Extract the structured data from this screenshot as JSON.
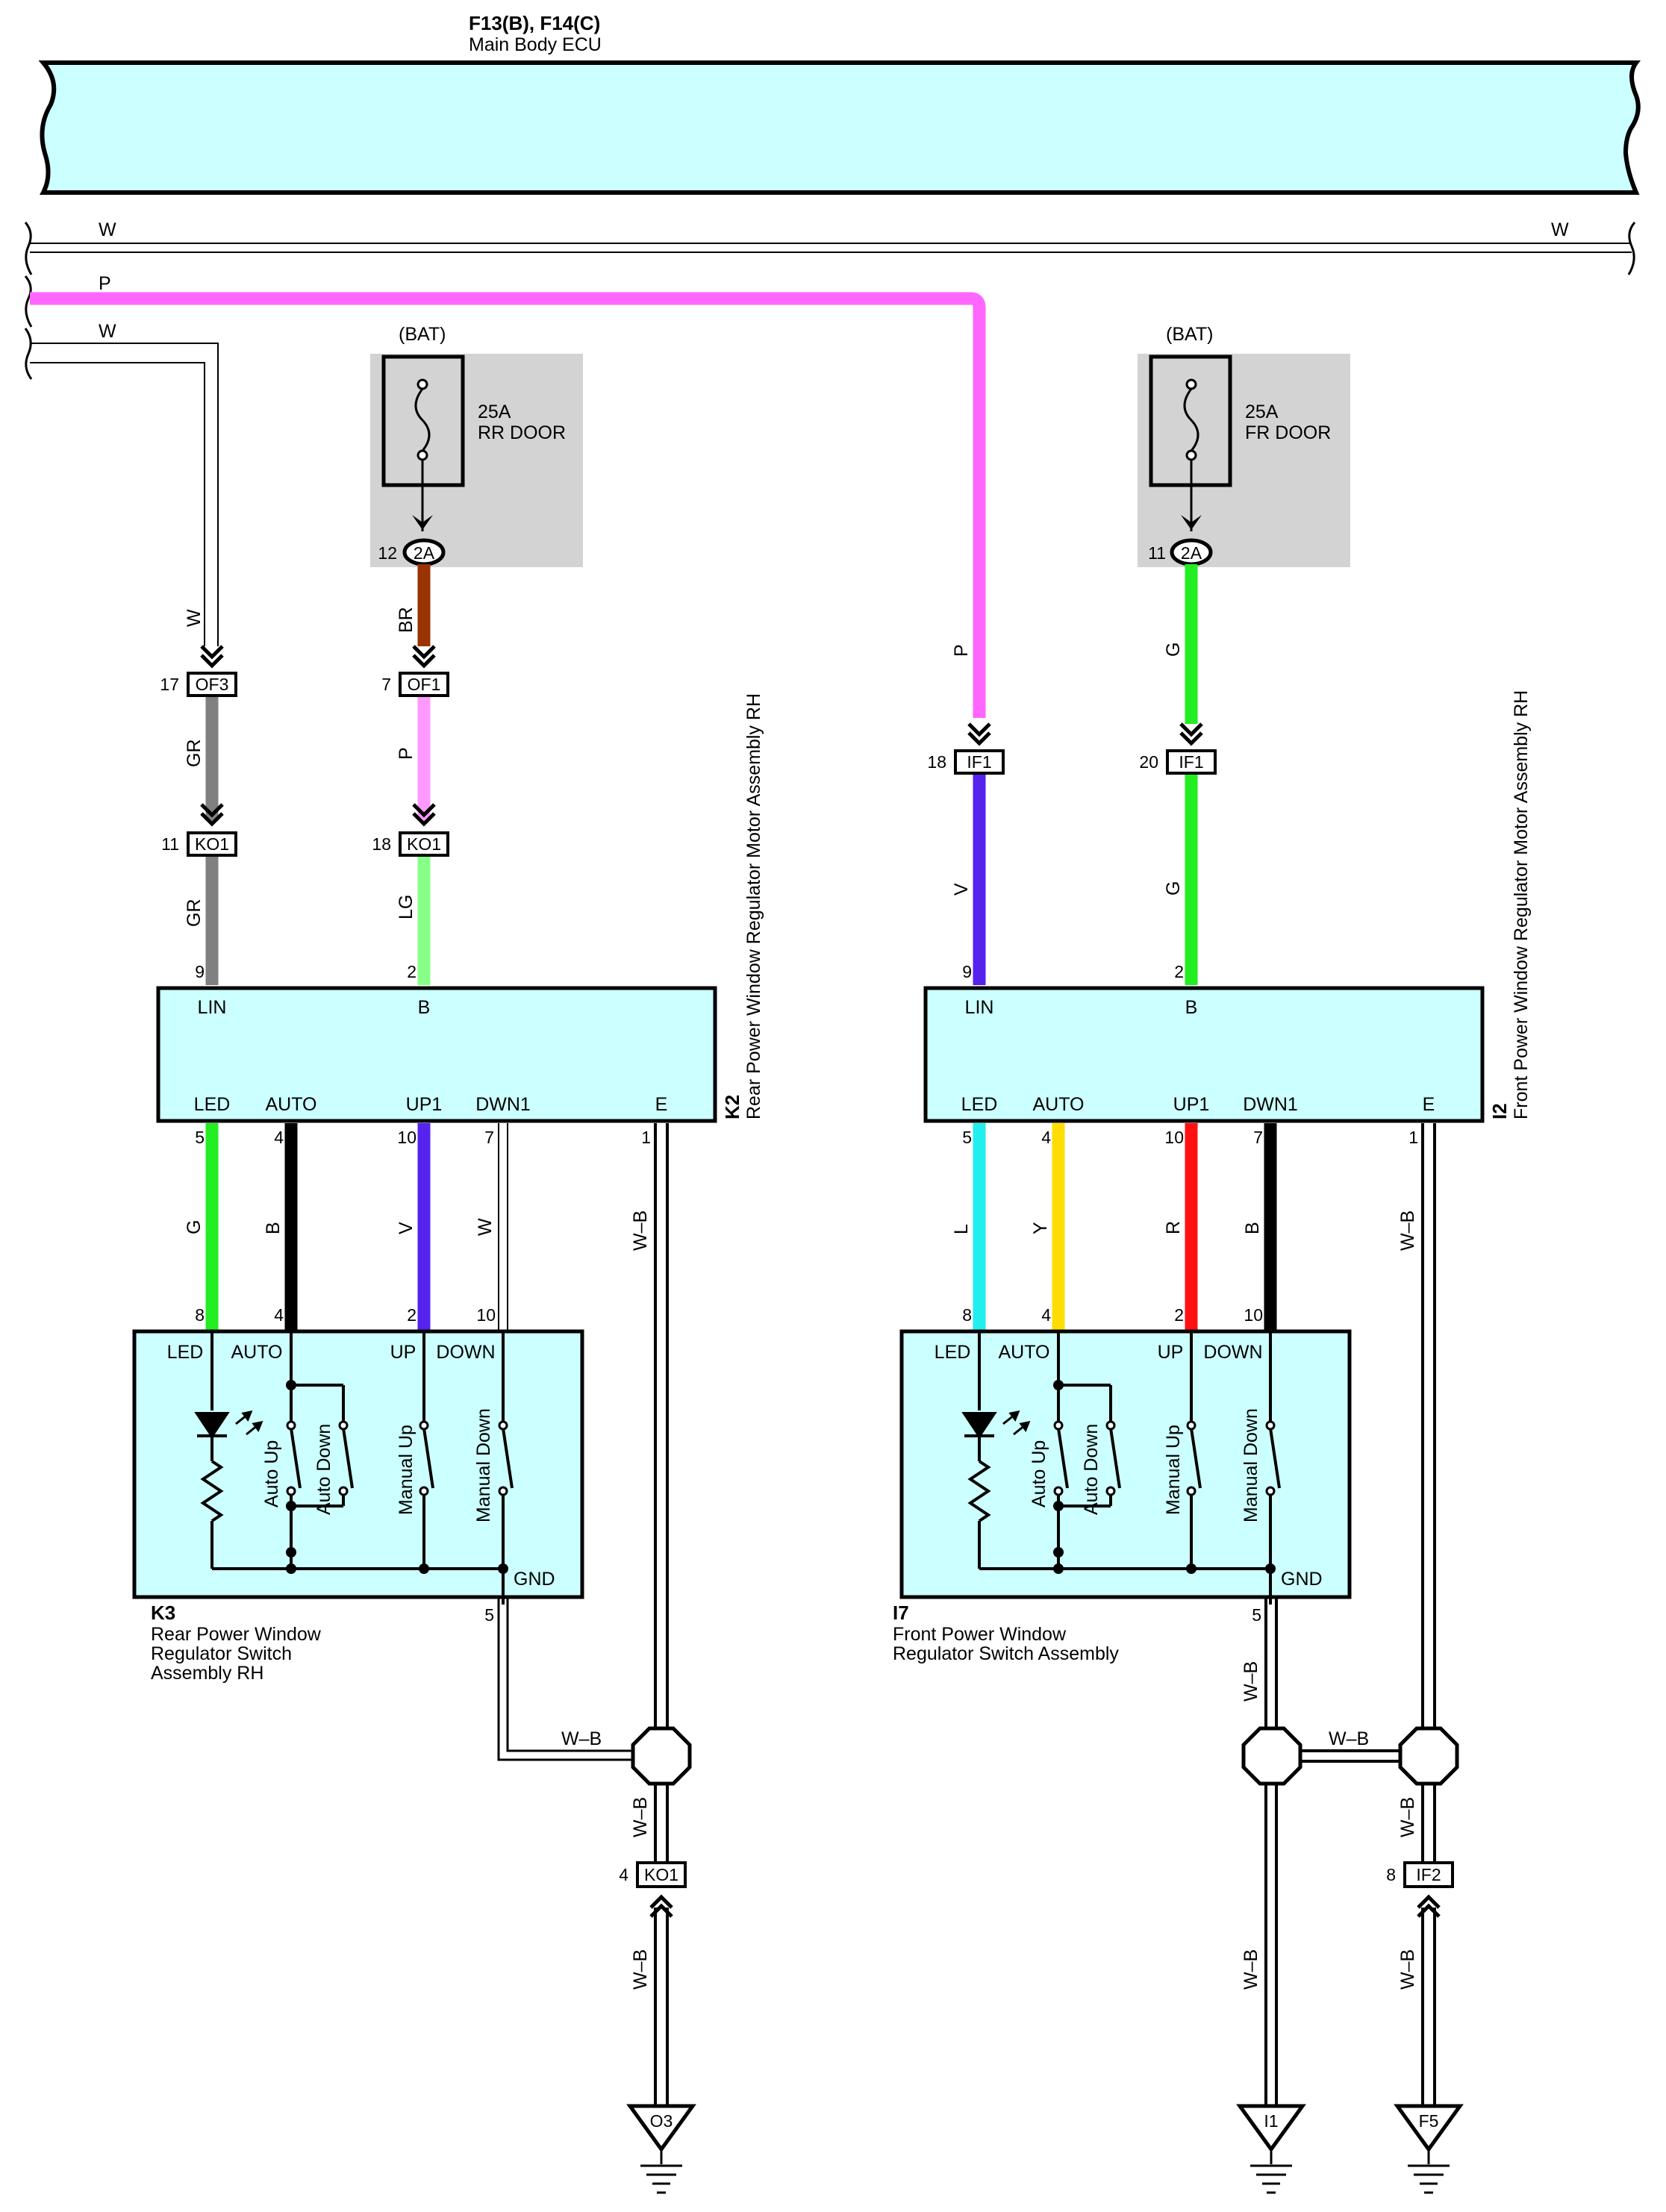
{
  "ecu": {
    "title": "F13(B), F14(C)",
    "subtitle": "Main Body ECU",
    "fill": "#ccffff"
  },
  "bus_wires": {
    "top_w": "W",
    "top_w_right": "W",
    "pink": "P",
    "lower_w": "W"
  },
  "fuses": {
    "rr": {
      "supply": "(BAT)",
      "rating": "25A",
      "name": "RR DOOR",
      "pin": "12",
      "connector": "2A"
    },
    "fr": {
      "supply": "(BAT)",
      "rating": "25A",
      "name": "FR DOOR",
      "pin": "11",
      "connector": "2A"
    }
  },
  "connectors": {
    "of3": {
      "pin": "17",
      "label": "OF3"
    },
    "of1": {
      "pin": "7",
      "label": "OF1"
    },
    "ko1_a": {
      "pin": "11",
      "label": "KO1"
    },
    "ko1_b": {
      "pin": "18",
      "label": "KO1"
    },
    "if1_a": {
      "pin": "18",
      "label": "IF1"
    },
    "if1_b": {
      "pin": "20",
      "label": "IF1"
    },
    "ko1_gnd": {
      "pin": "4",
      "label": "KO1"
    },
    "if2_gnd": {
      "pin": "8",
      "label": "IF2"
    }
  },
  "wire_codes": {
    "rear_w": "W",
    "rear_br": "BR",
    "rear_gr1": "GR",
    "rear_p": "P",
    "rear_gr2": "GR",
    "rear_lg": "LG",
    "front_p": "P",
    "front_g1": "G",
    "front_v": "V",
    "front_g2": "G",
    "rear_led": "G",
    "rear_auto": "B",
    "rear_up": "V",
    "rear_down": "W",
    "rear_e": "W–B",
    "front_led": "L",
    "front_auto": "Y",
    "front_up": "R",
    "front_down": "B",
    "front_e": "W–B",
    "rear_sw_gnd": "W–B",
    "rear_gnd_drop": "W–B",
    "rear_gnd_final": "W–B",
    "front_sw_gnd": "W–B",
    "front_bridge": "W–B",
    "front_gnd_drop_right": "W–B",
    "front_gnd_left": "W–B",
    "front_gnd_right": "W–B"
  },
  "motor_rear": {
    "code": "K2",
    "name": "Rear Power Window Regulator Motor Assembly RH",
    "top_terms": [
      "LIN",
      "B"
    ],
    "top_pins": [
      "9",
      "2"
    ],
    "bottom_terms": [
      "LED",
      "AUTO",
      "UP1",
      "DWN1",
      "E"
    ],
    "bottom_pins": [
      "5",
      "4",
      "10",
      "7",
      "1"
    ]
  },
  "motor_front": {
    "code": "I2",
    "name": "Front Power Window Regulator Motor Assembly RH",
    "top_terms": [
      "LIN",
      "B"
    ],
    "top_pins": [
      "9",
      "2"
    ],
    "bottom_terms": [
      "LED",
      "AUTO",
      "UP1",
      "DWN1",
      "E"
    ],
    "bottom_pins": [
      "5",
      "4",
      "10",
      "7",
      "1"
    ]
  },
  "switch_rear": {
    "code": "K3",
    "name_lines": [
      "Rear Power Window",
      "Regulator Switch",
      "Assembly RH"
    ],
    "terms": [
      "LED",
      "AUTO",
      "UP",
      "DOWN"
    ],
    "pins": [
      "8",
      "4",
      "2",
      "10"
    ],
    "gnd_label": "GND",
    "gnd_pin": "5",
    "switches": [
      "Auto Up",
      "Auto Down",
      "Manual Up",
      "Manual Down"
    ]
  },
  "switch_front": {
    "code": "I7",
    "name_lines": [
      "Front Power Window",
      "Regulator Switch Assembly"
    ],
    "terms": [
      "LED",
      "AUTO",
      "UP",
      "DOWN"
    ],
    "pins": [
      "8",
      "4",
      "2",
      "10"
    ],
    "gnd_label": "GND",
    "gnd_pin": "5",
    "switches": [
      "Auto Up",
      "Auto Down",
      "Manual Up",
      "Manual Down"
    ]
  },
  "grounds": [
    "O3",
    "I1",
    "F5"
  ],
  "colors": {
    "pink": "#ff66ff",
    "brown": "#993300",
    "gray": "#808080",
    "light_pink": "#ff99ff",
    "light_green": "#88ff88",
    "violet": "#5522ee",
    "green": "#22ee22",
    "cyan": "#22eeee",
    "yellow": "#ffdd00",
    "red": "#ff1111",
    "black": "#000000",
    "component_fill": "#ccffff",
    "fuse_box": "#d3d3d3"
  }
}
